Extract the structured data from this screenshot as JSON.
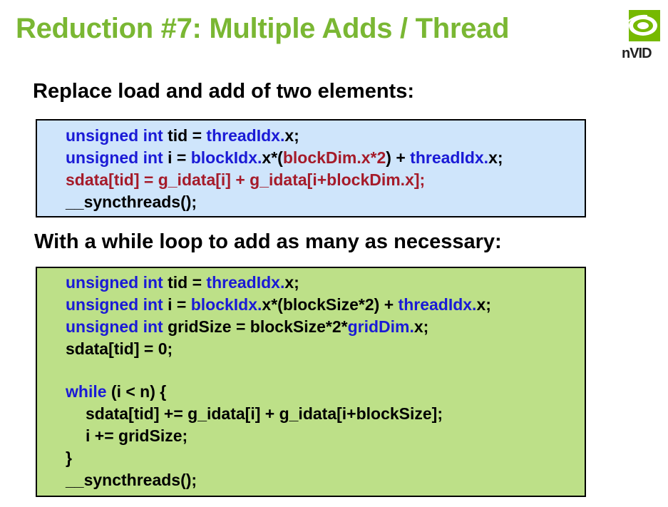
{
  "slide": {
    "title": "Reduction #7: Multiple Adds / Thread",
    "logo_text": "nVID",
    "heading1": "Replace load and add of two elements:",
    "heading2": "With a while loop to add as many as necessary:"
  },
  "colors": {
    "title": "#7ab733",
    "keyword": "#1a1ad6",
    "highlight": "#a51b2a",
    "box1_bg": "#cfe5fb",
    "box2_bg": "#bde088",
    "logo_green": "#76b900"
  },
  "code1": {
    "l1": [
      "unsigned int",
      " tid = ",
      "threadIdx.",
      "x;"
    ],
    "l2": [
      "unsigned int",
      " i = ",
      "blockIdx.",
      "x*(",
      "blockDim.x*2",
      ") + ",
      "threadIdx.",
      "x;"
    ],
    "l3": "sdata[tid] = g_idata[i] + g_idata[i+blockDim.x];",
    "l4": "__syncthreads();"
  },
  "code2": {
    "l1": [
      "unsigned int",
      " tid = ",
      "threadIdx.",
      "x;"
    ],
    "l2": [
      "unsigned int",
      " i = ",
      "blockIdx.",
      "x*(blockSize*2) + ",
      "threadIdx.",
      "x;"
    ],
    "l3": [
      "unsigned int",
      " gridSize = blockSize*2*",
      "gridDim.",
      "x;"
    ],
    "l4": "sdata[tid] = 0;",
    "l5": [
      "while",
      " (i < n) {"
    ],
    "l6": "sdata[tid] += g_idata[i] + g_idata[i+blockSize];",
    "l7": "i += gridSize;",
    "l8": "}",
    "l9": "__syncthreads();"
  }
}
